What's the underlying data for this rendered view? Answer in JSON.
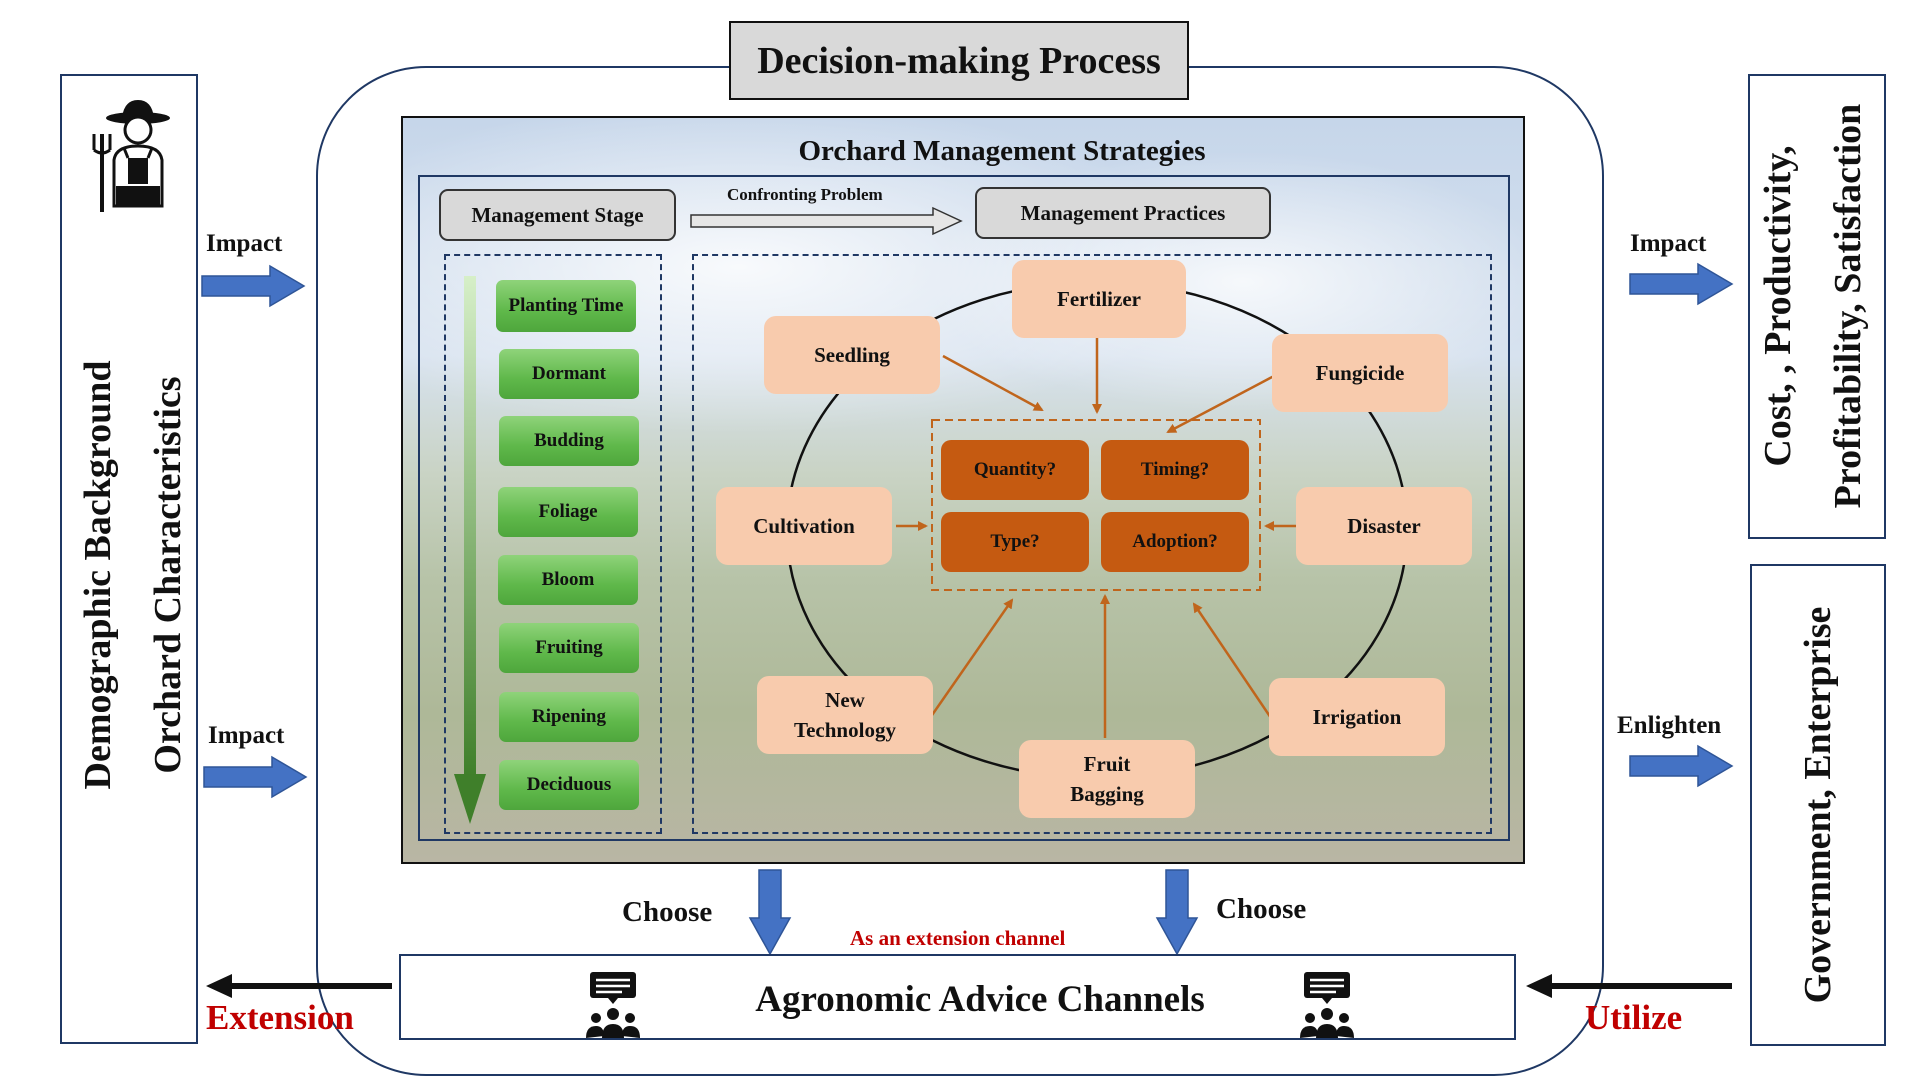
{
  "title": "Decision-making Process",
  "left_panel": {
    "line1": "Demographic Background",
    "line2": "Orchard Characteristics"
  },
  "right_top": {
    "line1": "Cost, , Productivity,",
    "line2": "Profitability, Satisfaction"
  },
  "right_bottom": {
    "text": "Government, Enterprise"
  },
  "left_arrows": [
    "Impact",
    "Impact"
  ],
  "right_arrows": {
    "impact": "Impact",
    "enlighten": "Enlighten"
  },
  "strategies": {
    "title": "Orchard Management Strategies",
    "stage_header": "Management Stage",
    "problem_label": "Confronting Problem",
    "practices_header": "Management Practices",
    "stages": [
      "Planting Time",
      "Dormant",
      "Budding",
      "Foliage",
      "Bloom",
      "Fruiting",
      "Ripening",
      "Deciduous"
    ],
    "practices": {
      "fertilizer": "Fertilizer",
      "seedling": "Seedling",
      "fungicide": "Fungicide",
      "cultivation": "Cultivation",
      "disaster": "Disaster",
      "new_technology": "New Technology",
      "fruit_bagging": "Fruit Bagging",
      "irrigation": "Irrigation"
    },
    "questions": [
      "Quantity?",
      "Timing?",
      "Type?",
      "Adoption?"
    ]
  },
  "choose_labels": [
    "Choose",
    "Choose"
  ],
  "extension_channel_note": "As an extension channel",
  "channels_title": "Agronomic Advice Channels",
  "bottom_labels": {
    "extension": "Extension",
    "utilize": "Utilize"
  },
  "colors": {
    "navy": "#1f3864",
    "blue_arrow": "#4472c4",
    "stage_green": "#5fb84a",
    "peach": "#f8cbad",
    "orange": "#c55a11",
    "connector": "#c0651c",
    "accent_red": "#c00000"
  },
  "icons": [
    "farmer-icon",
    "advice-people-icon"
  ]
}
